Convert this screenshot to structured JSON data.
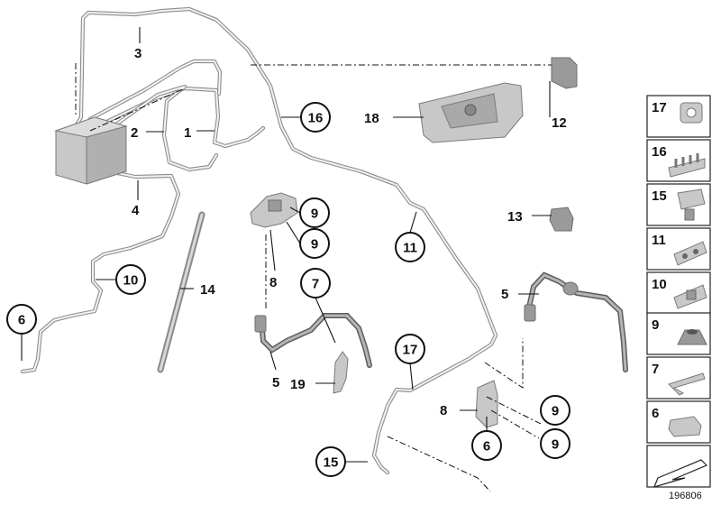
{
  "callouts": {
    "c1": "1",
    "c2": "2",
    "c3": "3",
    "c4": "4",
    "c5a": "5",
    "c5b": "5",
    "c6a": "6",
    "c6b": "6",
    "c7": "7",
    "c8a": "8",
    "c8b": "8",
    "c9a": "9",
    "c9b": "9",
    "c9c": "9",
    "c9d": "9",
    "c10": "10",
    "c11": "11",
    "c12": "12",
    "c13": "13",
    "c14": "14",
    "c15": "15",
    "c16": "16",
    "c17": "17",
    "c18": "18",
    "c19": "19"
  },
  "legend": {
    "items": [
      "17",
      "16",
      "15",
      "11",
      "10",
      "9",
      "7",
      "6"
    ]
  },
  "reference_number": "196806"
}
